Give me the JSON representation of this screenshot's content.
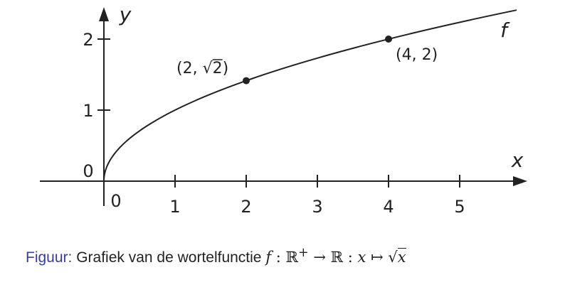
{
  "chart_data": {
    "type": "line",
    "function": "sqrt",
    "x": [
      0,
      0.25,
      0.5,
      1,
      1.5,
      2,
      2.5,
      3,
      3.5,
      4,
      4.5,
      5,
      5.5,
      5.8
    ],
    "y": [
      0,
      0.5,
      0.7071,
      1,
      1.2247,
      1.4142,
      1.5811,
      1.7321,
      1.8708,
      2,
      2.1213,
      2.2361,
      2.3452,
      2.4083
    ],
    "xlim": [
      -0.9,
      5.95
    ],
    "ylim": [
      -0.35,
      2.45
    ],
    "xlabel": "x",
    "ylabel": "y",
    "x_ticks": [
      {
        "value": 1,
        "label": "1"
      },
      {
        "value": 2,
        "label": "2"
      },
      {
        "value": 3,
        "label": "3"
      },
      {
        "value": 4,
        "label": "4"
      },
      {
        "value": 5,
        "label": "5"
      }
    ],
    "y_ticks": [
      {
        "value": 1,
        "label": "1"
      },
      {
        "value": 2,
        "label": "2"
      }
    ],
    "x_origin_label": "0",
    "y_origin_label": "0",
    "series_label": "f",
    "points": [
      {
        "x": 2,
        "y": 1.4142,
        "label_text": "(2, ",
        "label_radical": "2",
        "label_close": ")"
      },
      {
        "x": 4,
        "y": 2,
        "label_text": "(4, 2)"
      }
    ],
    "grid": false,
    "colors": {
      "line": "#222222",
      "caption_prefix": "#3a3aa8"
    }
  },
  "caption": {
    "prefix": "Figuur:",
    "text": " Grafiek van de wortelfunctie ",
    "f": "f",
    "sep1": " : ",
    "domain": "ℝ",
    "domain_sup": "+",
    "arrow": " → ",
    "codomain": "ℝ",
    "sep2": " : ",
    "x": "x",
    "mapsto": " ↦ ",
    "sqrt": "√",
    "sqrt_arg": "x"
  }
}
